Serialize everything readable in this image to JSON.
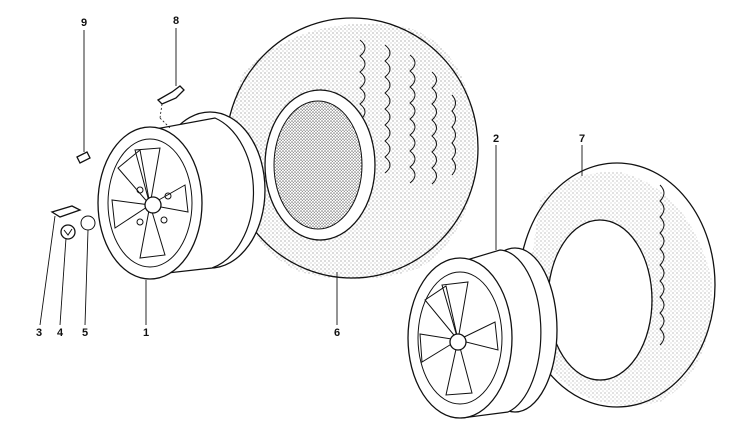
{
  "callouts": [
    {
      "id": "c1",
      "text": "1"
    },
    {
      "id": "c2",
      "text": "2"
    },
    {
      "id": "c3",
      "text": "3"
    },
    {
      "id": "c4",
      "text": "4"
    },
    {
      "id": "c5",
      "text": "5"
    },
    {
      "id": "c6",
      "text": "6"
    },
    {
      "id": "c7",
      "text": "7"
    },
    {
      "id": "c8",
      "text": "8"
    },
    {
      "id": "c9",
      "text": "9"
    }
  ],
  "colors": {
    "ink": "#111111",
    "paper": "#ffffff",
    "stipple": "#222222"
  }
}
